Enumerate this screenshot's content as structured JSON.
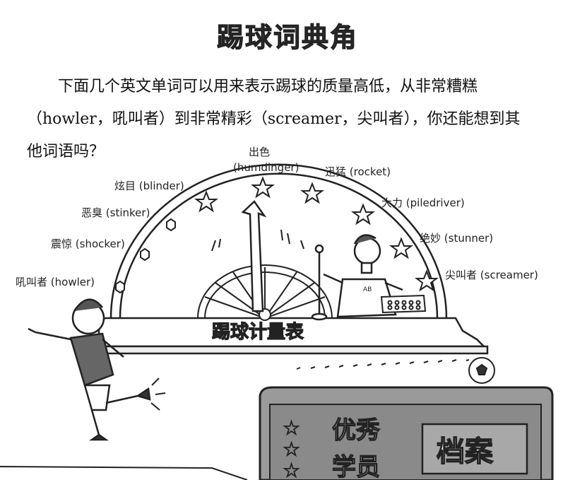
{
  "title": "踢球词典角",
  "intro": "下面几个英文单词可以用来表示踢球的质量高低，从非常糟糕（howler，吼叫者）到非常精彩（screamer，尖叫者），你还能想到其他词语吗？",
  "gauge": {
    "name": "踢球计量表",
    "labels": [
      {
        "cn": "吼叫者",
        "en": "(howler)"
      },
      {
        "cn": "震惊",
        "en": "(shocker)"
      },
      {
        "cn": "恶臭",
        "en": "(stinker)"
      },
      {
        "cn": "炫目",
        "en": "(blinder)"
      },
      {
        "cn": "出色",
        "en": "(humdinger)"
      },
      {
        "cn": "迅猛",
        "en": "(rocket)"
      },
      {
        "cn": "大力",
        "en": "(piledriver)"
      },
      {
        "cn": "绝妙",
        "en": "(stunner)"
      },
      {
        "cn": "尖叫者",
        "en": "(screamer)"
      }
    ]
  },
  "coat_badge": "AB",
  "bottom_panel": {
    "line1": "优秀",
    "line2": "学员",
    "file_label": "档案",
    "star": "☆"
  },
  "colors": {
    "ink": "#222222",
    "panel_gray": "#8a8a8a",
    "panel_dark": "#555555"
  }
}
